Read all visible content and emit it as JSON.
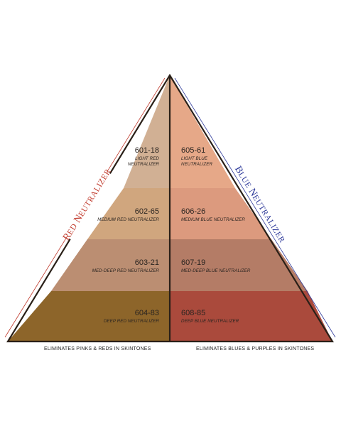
{
  "pyramid": {
    "left_title": {
      "first": "R",
      "mid": "ED ",
      "first2": "N",
      "rest": "EUTRALIZER",
      "color": "#c0392b"
    },
    "right_title": {
      "first": "B",
      "mid": "LUE ",
      "first2": "N",
      "rest": "EUTRALIZER",
      "color": "#2e3a9a"
    },
    "left_tiers": [
      {
        "code": "601-18",
        "line1": "LIGHT RED",
        "line2": "NEUTRALIZER",
        "color": "#d1b094"
      },
      {
        "code": "602-65",
        "line1": "MEDIUM RED NEUTRALIZER",
        "line2": "",
        "color": "#d0a67e"
      },
      {
        "code": "603-21",
        "line1": "MED-DEEP RED NEUTRALIZER",
        "line2": "",
        "color": "#bb8e72"
      },
      {
        "code": "604-83",
        "line1": "DEEP RED NEUTRALIZER",
        "line2": "",
        "color": "#8d652a"
      }
    ],
    "right_tiers": [
      {
        "code": "605-61",
        "line1": "LIGHT BLUE",
        "line2": "NEUTRALIZER",
        "color": "#e6a888"
      },
      {
        "code": "606-26",
        "line1": "MEDIUM BLUE NEUTRALIZER",
        "line2": "",
        "color": "#dc9a7e"
      },
      {
        "code": "607-19",
        "line1": "MED-DEEP BLUE NEUTRALIZER",
        "line2": "",
        "color": "#b47c66"
      },
      {
        "code": "608-85",
        "line1": "DEEP BLUE  NEUTRALIZER",
        "line2": "",
        "color": "#aa4a3c"
      }
    ],
    "outline_color": "#2a2018"
  },
  "footer": {
    "left": "ELIMINATES PINKS & REDS IN SKINTONES",
    "right": "ELIMINATES BLUES & PURPLES IN SKINTONES"
  }
}
